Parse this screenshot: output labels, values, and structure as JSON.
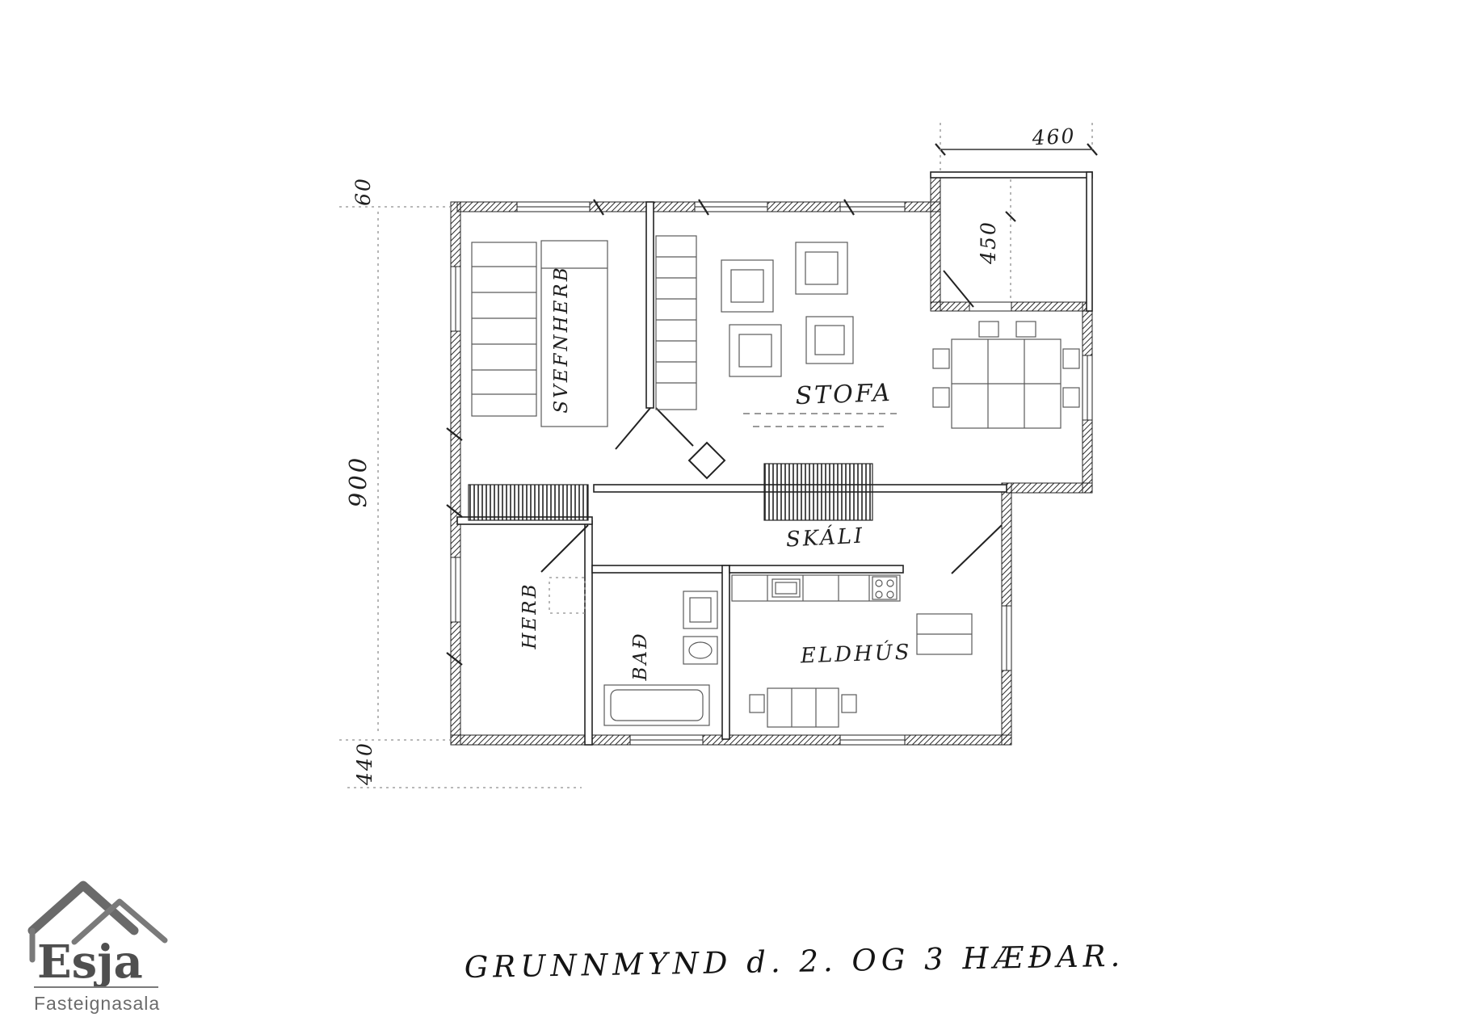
{
  "plan": {
    "caption": "GRUNNMYND d. 2. OG 3 HÆÐAR.",
    "rooms": {
      "svefnherb": "SVEFNHERB",
      "stofa": "STOFA",
      "skali": "SKÁLI",
      "herb": "HERB",
      "bad": "BAÐ",
      "eldhus": "ELDHÚS"
    },
    "dimensions": {
      "annex_width": "460",
      "annex_depth": "450",
      "left_height": "900",
      "left_lower": "440",
      "left_top": "60"
    }
  },
  "logo": {
    "brand": "Esja",
    "tagline": "Fasteignasala"
  }
}
